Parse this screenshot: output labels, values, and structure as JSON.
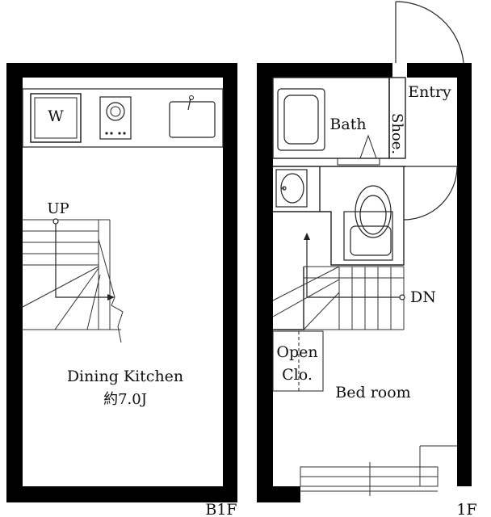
{
  "floors": [
    {
      "name": "B1F",
      "rooms": {
        "washer": "W",
        "stairs": "UP",
        "dining_kitchen": "Dining Kitchen",
        "dining_kitchen_size": "約7.0J"
      }
    },
    {
      "name": "1F",
      "rooms": {
        "entry": "Entry",
        "bath": "Bath",
        "shoe": "Shoe.",
        "stairs": "DN",
        "open_closet_line1": "Open",
        "open_closet_line2": "Clo.",
        "bedroom": "Bed room"
      }
    }
  ]
}
